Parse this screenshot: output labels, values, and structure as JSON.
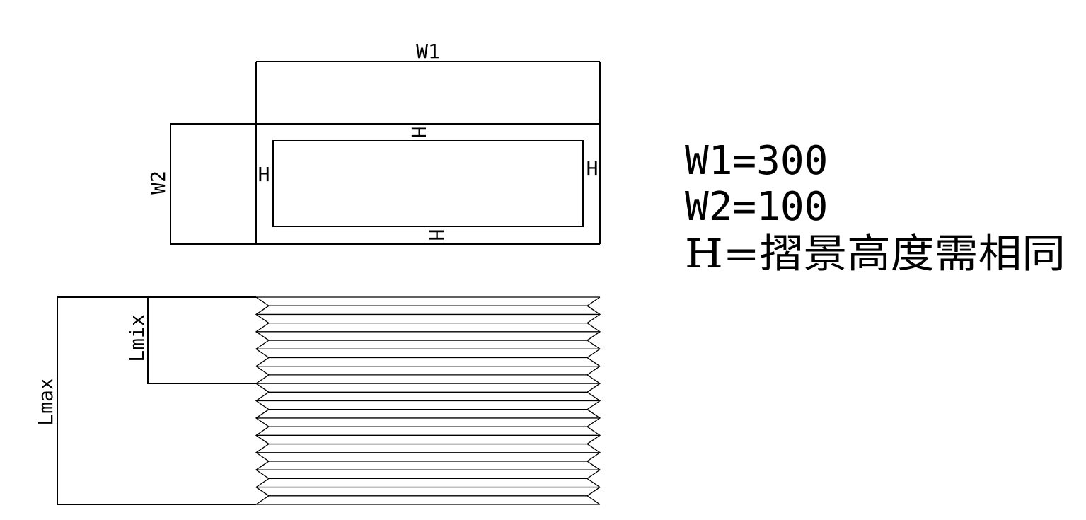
{
  "top_view": {
    "w1_label": "W1",
    "w2_label": "W2",
    "h_label": "H"
  },
  "side_view": {
    "lmax_label": "Lmax",
    "lmin_label": "Lmix",
    "fold_count": 24
  },
  "specs": {
    "w1": "W1=300",
    "w2": "W2=100",
    "h": "H=摺景高度需相同"
  }
}
